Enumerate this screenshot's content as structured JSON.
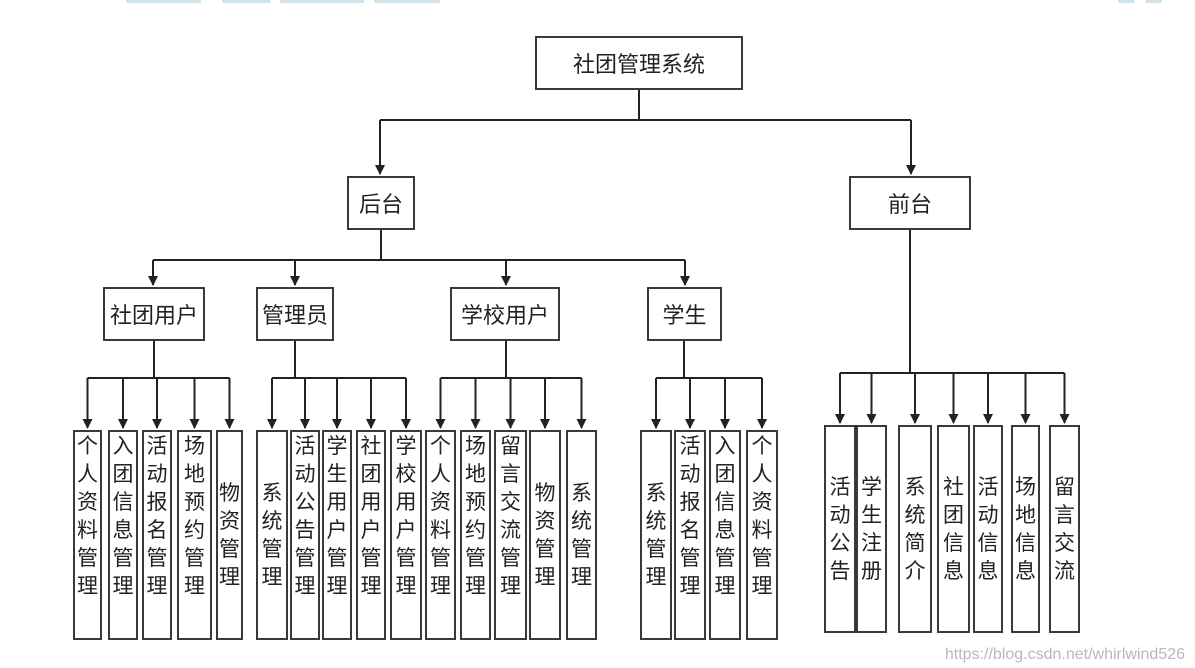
{
  "root": "社团管理系统",
  "branches": {
    "backend": "后台",
    "frontend": "前台"
  },
  "roles": {
    "club_user": "社团用户",
    "admin": "管理员",
    "school_user": "学校用户",
    "student": "学生"
  },
  "leaves": {
    "club_user": [
      "个人资料管理",
      "入团信息管理",
      "活动报名管理",
      "场地预约管理",
      "物资管理"
    ],
    "admin": [
      "系统管理",
      "活动公告管理",
      "学生用户管理",
      "社团用户管理",
      "学校用户管理"
    ],
    "school_user": [
      "个人资料管理",
      "场地预约管理",
      "留言交流管理",
      "物资管理",
      "系统管理"
    ],
    "student": [
      "系统管理",
      "活动报名管理",
      "入团信息管理",
      "个人资料管理"
    ],
    "frontend": [
      "活动公告",
      "学生注册",
      "系统简介",
      "社团信息",
      "活动信息",
      "场地信息",
      "留言交流"
    ]
  },
  "watermark": "https://blog.csdn.net/whirlwind526"
}
